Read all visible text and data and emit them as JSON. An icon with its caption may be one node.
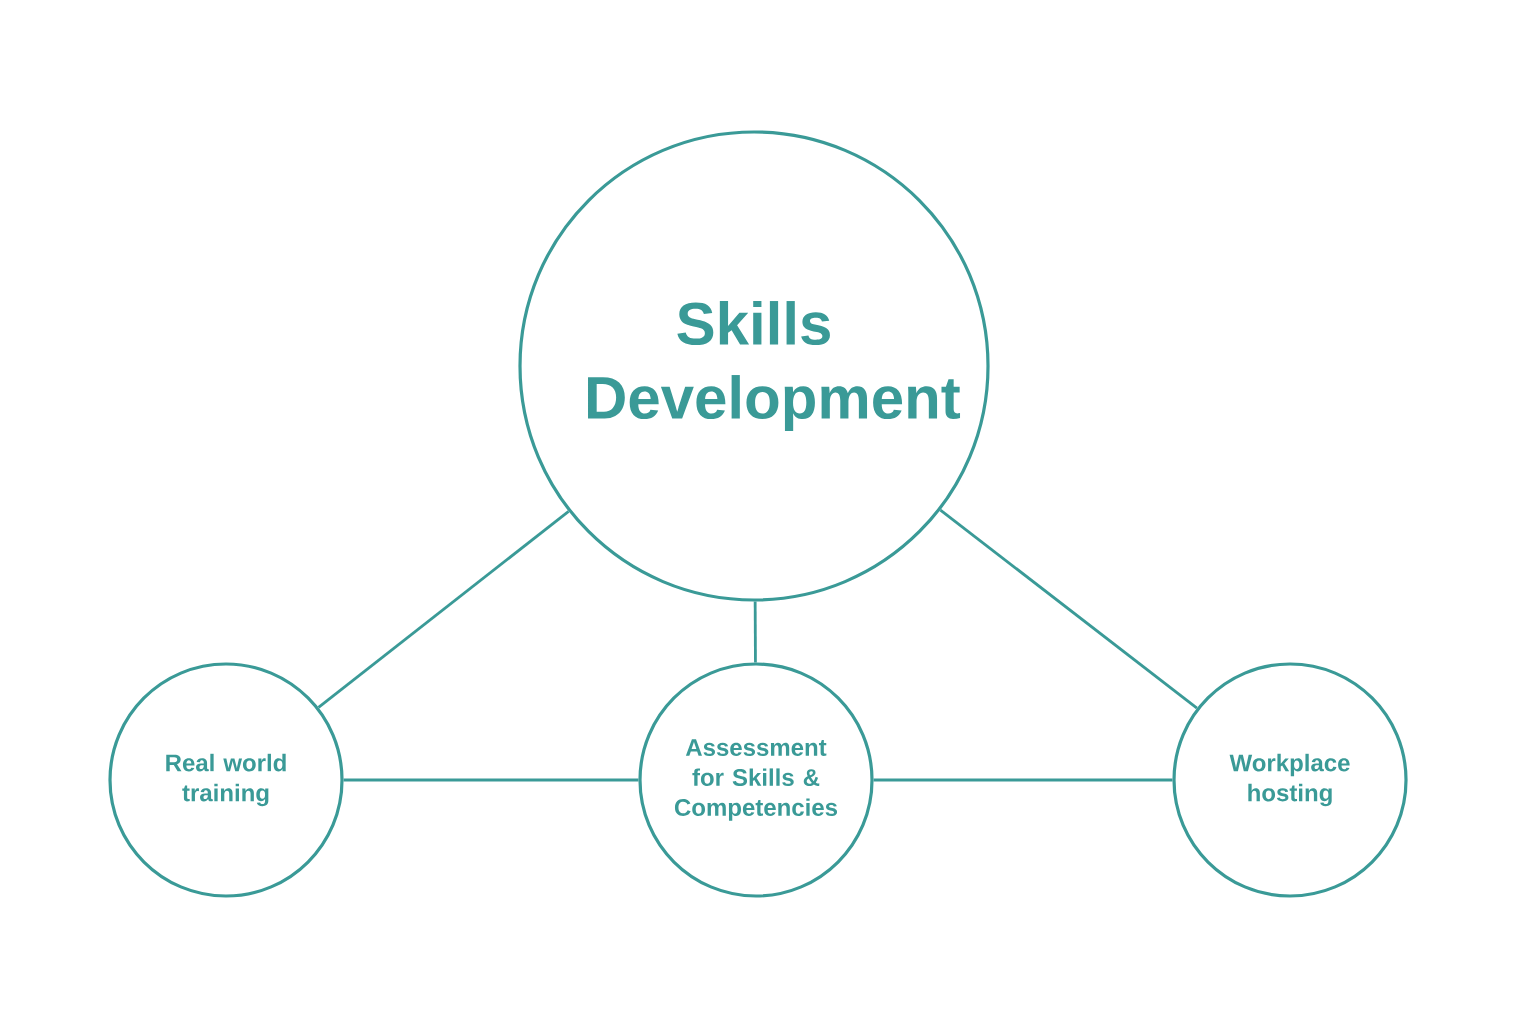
{
  "diagram": {
    "nodes": [
      {
        "text": [
          "Skills Development"
        ]
      },
      {
        "text": [
          "Real world training"
        ]
      },
      {
        "text": [
          "Assessment for Skills & Competencies"
        ]
      },
      {
        "text": [
          "Workplace hosting"
        ]
      }
    ],
    "edges": [
      {
        "from": 0,
        "to": 1,
        "arrow": "none"
      },
      {
        "from": 0,
        "to": 2,
        "arrow": "none"
      },
      {
        "from": 0,
        "to": 3,
        "arrow": "none"
      },
      {
        "from": 1,
        "to": 2,
        "arrow": "none"
      },
      {
        "from": 2,
        "to": 3,
        "arrow": "none"
      }
    ]
  }
}
